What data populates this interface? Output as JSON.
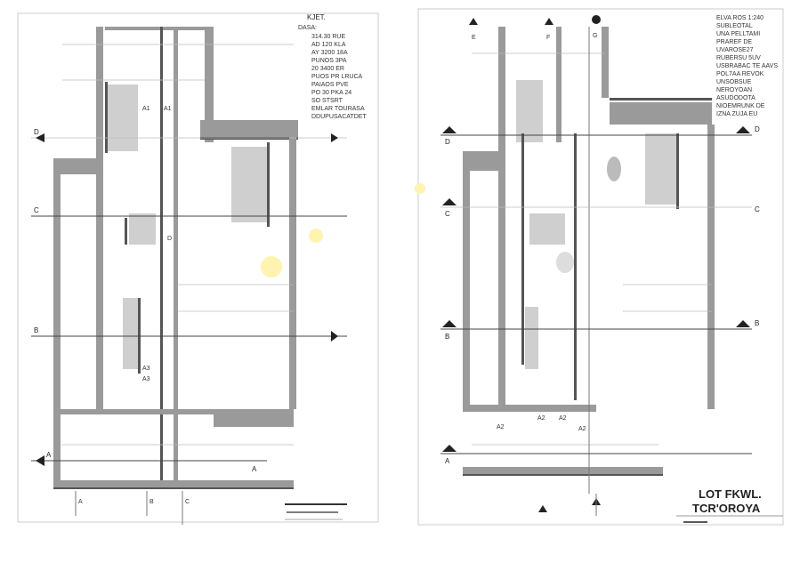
{
  "left_sheet": {
    "legend_title": "KJET.",
    "legend_subtitle": "DASA:",
    "legend_items": [
      "314.30 RUE",
      "AD 120 KLA",
      "AY 3200 18A",
      "PUNOS 3PA",
      "20 3400 ER",
      "PUOS PR LRUCA",
      "PAIAOS PVE",
      "PO 30 PKA 24",
      "SO STSRT",
      "EMLAR TOURASA",
      "DDUPUSACATDET"
    ],
    "section_markers": [
      "A",
      "B",
      "C",
      "D"
    ],
    "grid_labels": [
      "A",
      "B",
      "C"
    ],
    "room_tags": [
      "A1",
      "A1",
      "D",
      "A3",
      "A3"
    ],
    "footer_lines": [
      "",
      "",
      ""
    ]
  },
  "right_sheet": {
    "legend_items": [
      "ELVA ROS 1:240",
      "SUBLEOTAL",
      "UNA PELLTAMI",
      "PRAREF DE",
      "UVAROSE27",
      "RUBERSU 5UV",
      "USBRABAC TE AAVS",
      "POL7AA REVOK",
      "UNSOBSUE",
      "NEROYOAN",
      "ASUDODOTA",
      "NIOEMRUNK DE",
      "IZNA ZUJA EU"
    ],
    "section_markers": [
      "D",
      "C",
      "B",
      "A"
    ],
    "grid_labels": [
      "E",
      "F",
      "G"
    ],
    "room_tags": [
      "A2",
      "A2",
      "A2",
      "A2"
    ],
    "title_line1": "LOT FKWL.",
    "title_line2": "TCR'OROYA"
  }
}
